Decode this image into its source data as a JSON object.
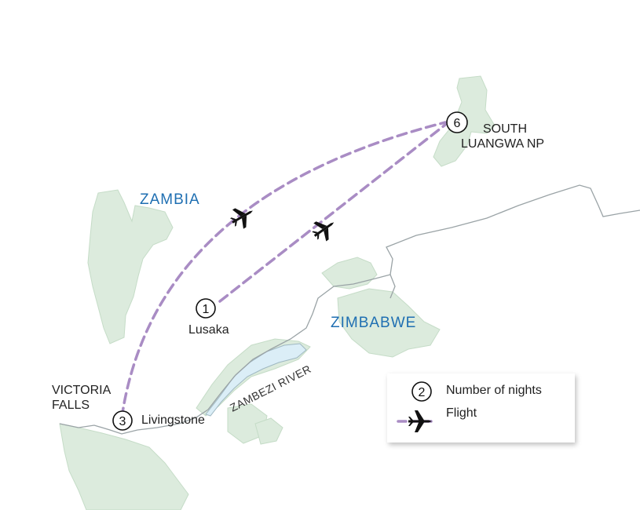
{
  "map": {
    "countries": {
      "zambia": "ZAMBIA",
      "zimbabwe": "ZIMBABWE"
    },
    "river": "ZAMBEZI RIVER",
    "places": {
      "lusaka": {
        "name": "Lusaka",
        "nights": "1"
      },
      "livingstone": {
        "name": "Livingstone",
        "nights": "3"
      },
      "victoria_falls": {
        "line1": "VICTORIA",
        "line2": "FALLS"
      },
      "south_luangwa": {
        "line1": "SOUTH",
        "line2": "LUANGWA NP",
        "nights": "6"
      }
    },
    "colors": {
      "route": "#a98cc4",
      "park": "#dcebdd",
      "park_border": "#c5dcc7",
      "water": "#dbeef7",
      "border": "#9aa3a6",
      "country_label": "#1f6fb2"
    }
  },
  "legend": {
    "nights_sample": "2",
    "nights_label": "Number of nights",
    "flight_label": "Flight"
  }
}
